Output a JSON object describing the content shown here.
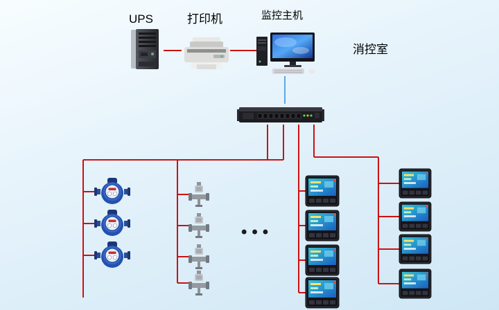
{
  "labels": {
    "ups": "UPS",
    "printer": "打印机",
    "host": "监控主机",
    "room": "消控室",
    "ellipsis": "•••"
  },
  "icons": {
    "ups": "ups-tower-icon",
    "printer": "printer-icon",
    "host": "monitor-host-icon",
    "switch": "network-switch-icon",
    "water_meter": "water-meter-icon",
    "valve": "valve-icon",
    "power_meter": "power-meter-icon"
  },
  "device_counts": {
    "water_meters": 3,
    "valves": 4,
    "power_meters_left_column": 4,
    "power_meters_right_column": 4
  },
  "colors": {
    "wire_red": "#cc1111",
    "wire_blue": "#5aa7e8",
    "background_top": "#f7fdff",
    "background_bottom": "#cfe7f5",
    "label_text": "#000000"
  }
}
